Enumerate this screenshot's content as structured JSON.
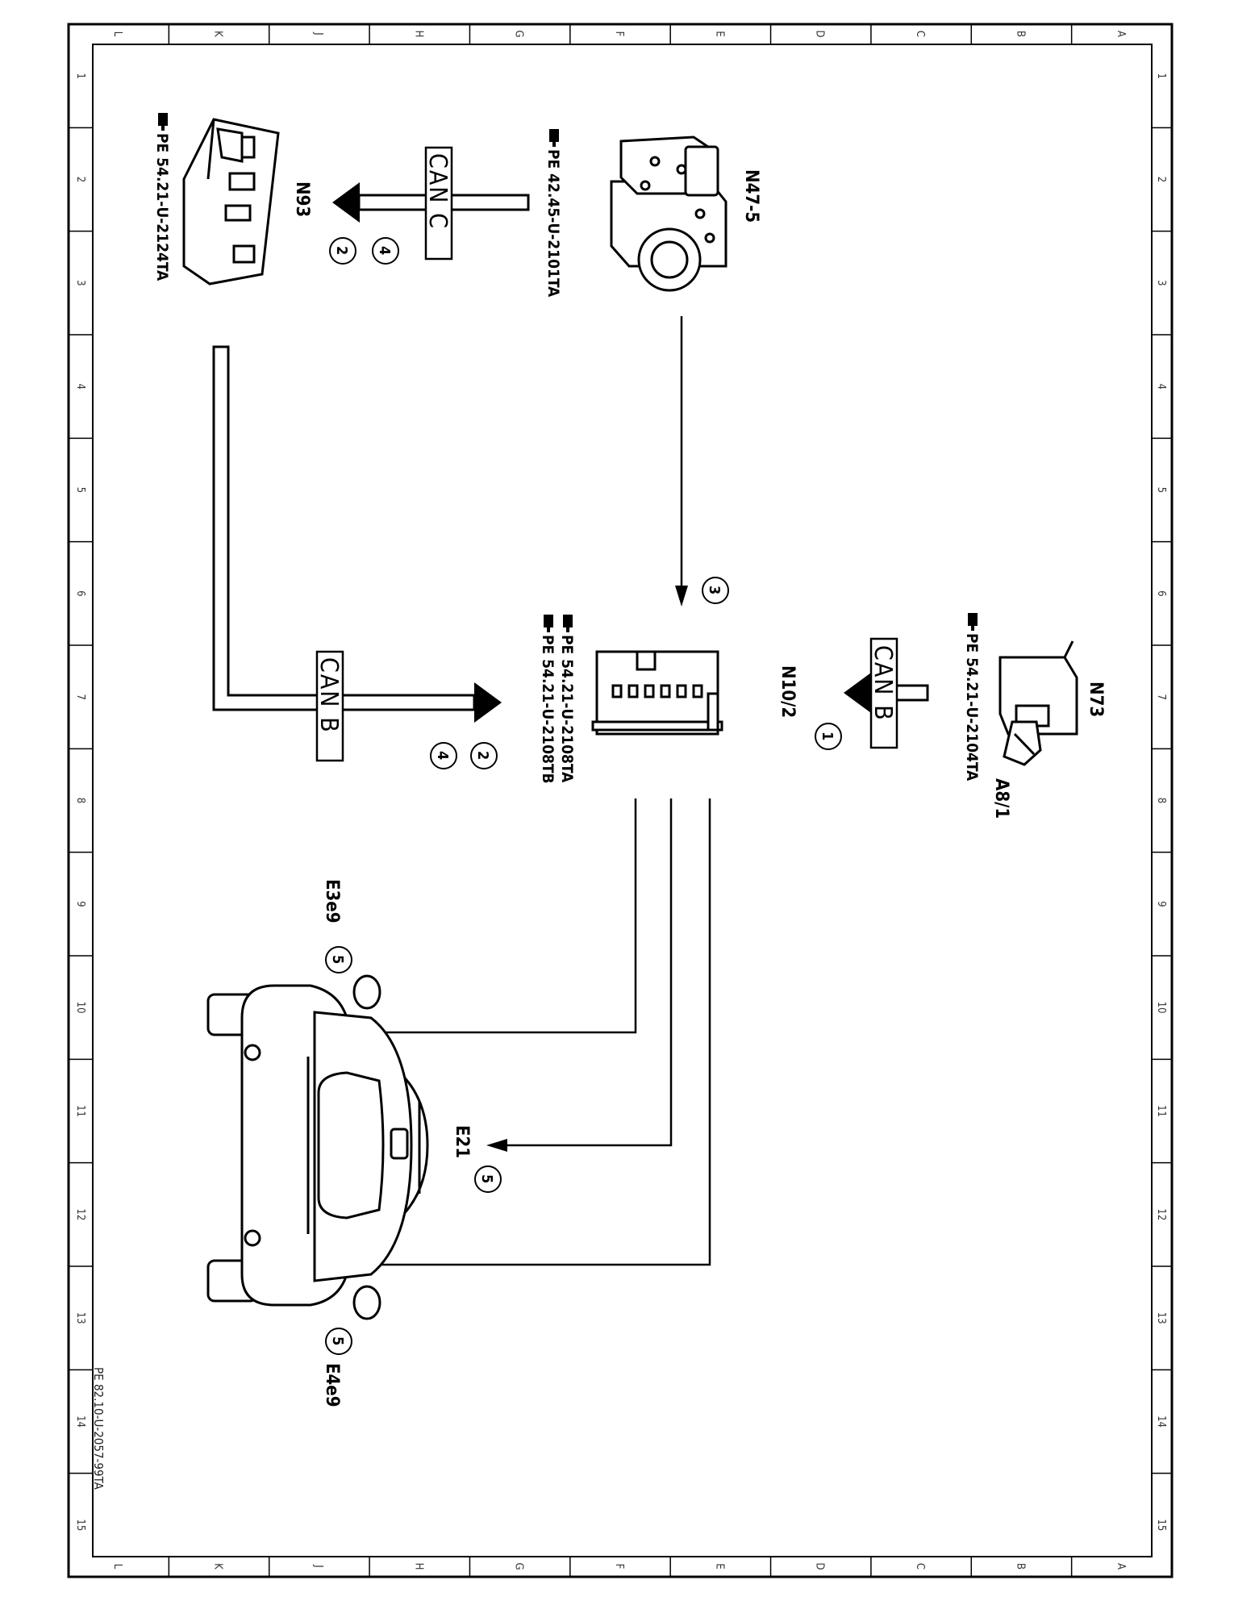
{
  "grid": {
    "letters": [
      "L",
      "K",
      "J",
      "H",
      "G",
      "F",
      "E",
      "D",
      "C",
      "B",
      "A"
    ],
    "numbers": [
      "1",
      "2",
      "3",
      "4",
      "5",
      "6",
      "7",
      "8",
      "9",
      "10",
      "11",
      "12",
      "13",
      "14",
      "15"
    ]
  },
  "components": {
    "n47_5": "N47-5",
    "n93": "N93",
    "n10_2": "N10/2",
    "n73": "N73",
    "a8_1": "A8/1",
    "e21": "E21",
    "e3e9": "E3e9",
    "e4e9": "E4e9"
  },
  "references": {
    "n47_5_ref": "PE 42.45-U-2101TA",
    "n93_ref": "PE 54.21-U-2124TA",
    "n10_2_ref_a": "PE 54.21-U-2108TA",
    "n10_2_ref_b": "PE 54.21-U-2108TB",
    "n73_ref": "PE 54.21-U-2104TA"
  },
  "buses": {
    "can_c": "CAN C",
    "can_b_left": "CAN B",
    "can_b_right": "CAN B"
  },
  "markers": {
    "m_n93_a": "4",
    "m_n93_b": "2",
    "m_n10_a": "2",
    "m_n10_b": "4",
    "m_3": "3",
    "m_1": "1",
    "m_e21": "5",
    "m_e3e9": "5",
    "m_e4e9": "5"
  },
  "document_id": "PE 82.10-U-2057-99TA"
}
